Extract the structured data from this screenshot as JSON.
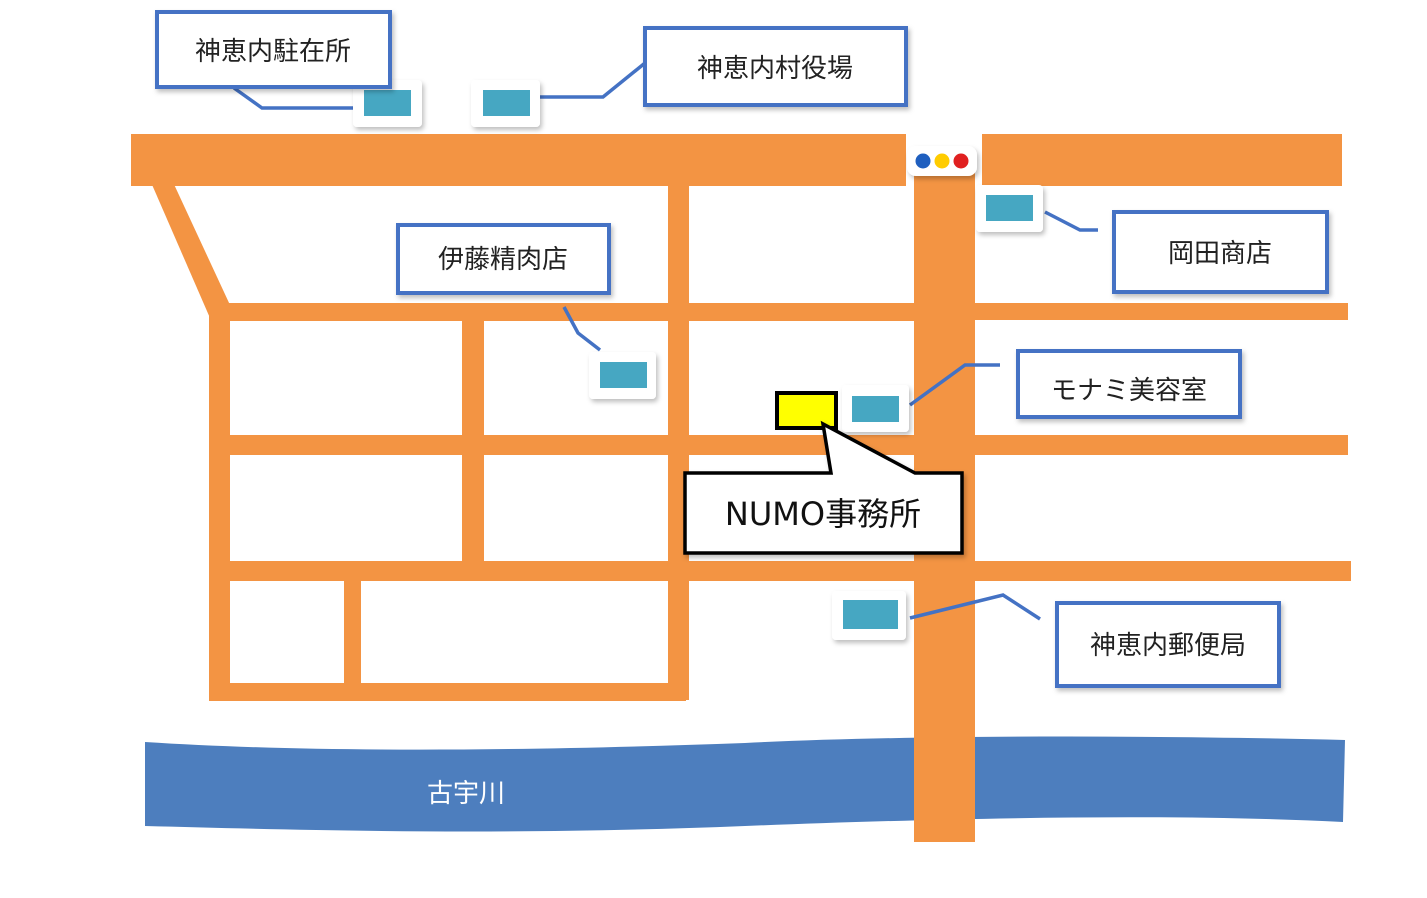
{
  "map": {
    "colors": {
      "road": "#F39443",
      "river": "#4D7EBE",
      "building": "#46A7C2",
      "label_border": "#4472C4",
      "leader_line": "#4472C4",
      "numo_marker": "#FFFF00",
      "signal_blue": "#1F5FBF",
      "signal_yellow": "#FFCC00",
      "signal_red": "#E02020"
    },
    "landmarks": {
      "chuzaisho": "神恵内駐在所",
      "village_office": "神恵内村役場",
      "ito_butcher": "伊藤精肉店",
      "okada_shop": "岡田商店",
      "monami_salon": "モナミ美容室",
      "numo_office": "NUMO事務所",
      "post_office": "神恵内郵便局"
    },
    "river_name": "古宇川",
    "icons": {
      "building": "building-icon",
      "traffic_signal": "traffic-signal-icon",
      "destination": "destination-marker-icon"
    }
  }
}
